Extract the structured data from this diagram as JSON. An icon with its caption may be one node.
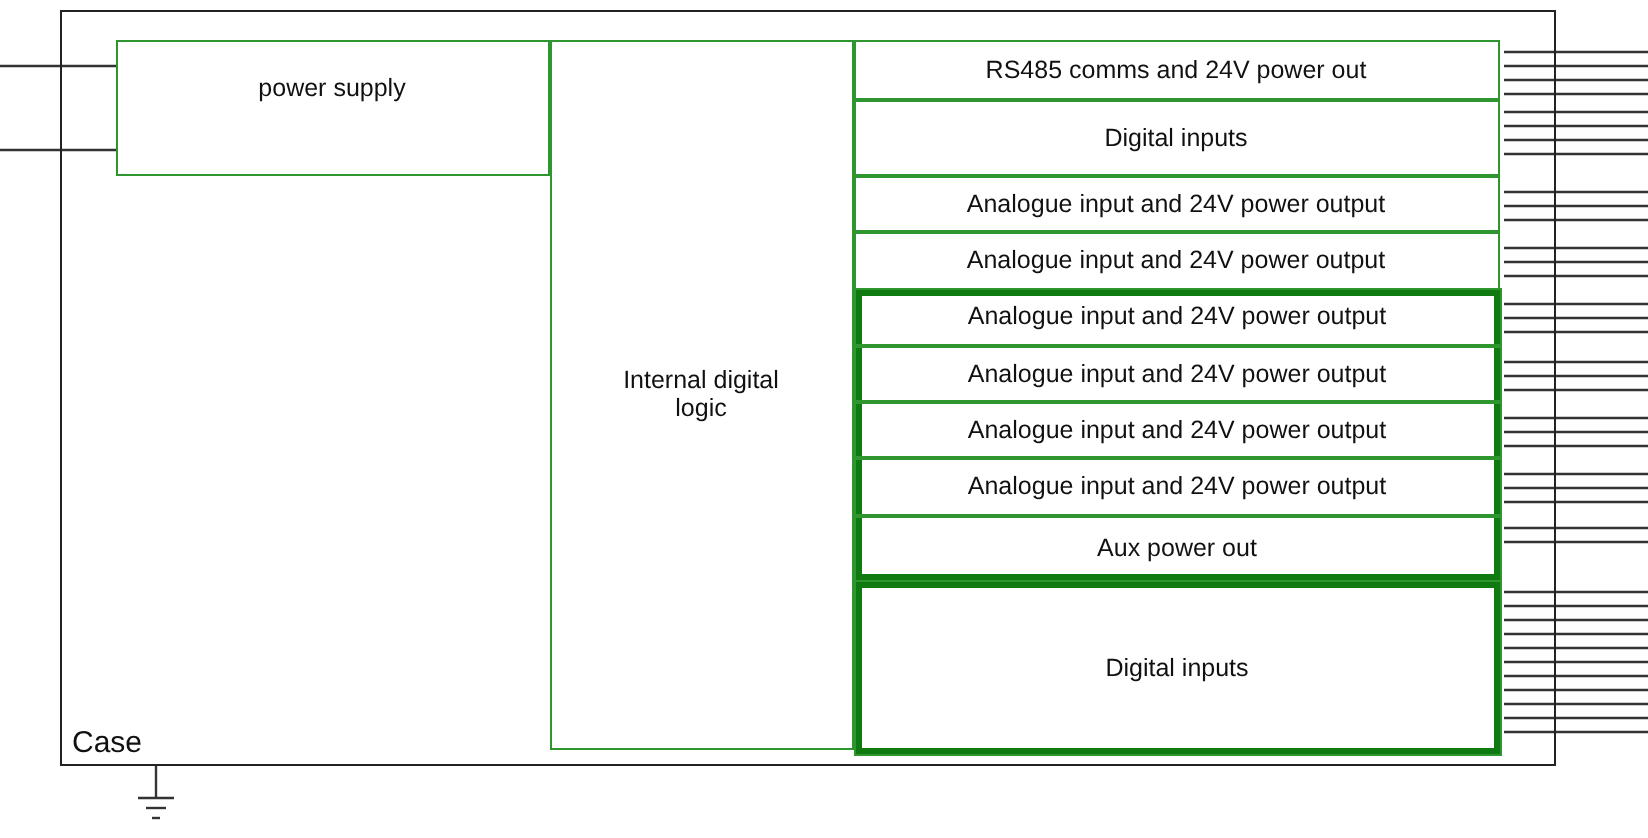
{
  "diagram": {
    "nodes": [
      {
        "text": [
          "Case"
        ]
      },
      {
        "text": [
          "power supply"
        ],
        "in": 0
      },
      {
        "text": [
          "Internal digital logic"
        ],
        "in": 0
      },
      {
        "text": [
          "RS485 comms and 24V power out"
        ],
        "in": 0
      },
      {
        "text": [
          "Digital inputs"
        ],
        "in": 0
      },
      {
        "text": [
          "Analogue input and 24V power output"
        ],
        "in": 0
      },
      {
        "text": [
          "Analogue input and 24V power output"
        ],
        "in": 0
      },
      {
        "text": [],
        "shape": "box",
        "in": 0
      },
      {
        "text": [
          "Analogue input and 24V power output"
        ],
        "in": 7
      },
      {
        "text": [
          "Analogue input and 24V power output"
        ],
        "in": 7
      },
      {
        "text": [
          "Analogue input and 24V power output"
        ],
        "in": 7
      },
      {
        "text": [
          "Analogue input and 24V power output"
        ],
        "in": 7
      },
      {
        "text": [
          "Aux power out"
        ],
        "in": 7
      },
      {
        "text": [],
        "shape": "box",
        "in": 0
      },
      {
        "text": [
          "Digital inputs"
        ],
        "in": 13
      }
    ],
    "edges": []
  }
}
